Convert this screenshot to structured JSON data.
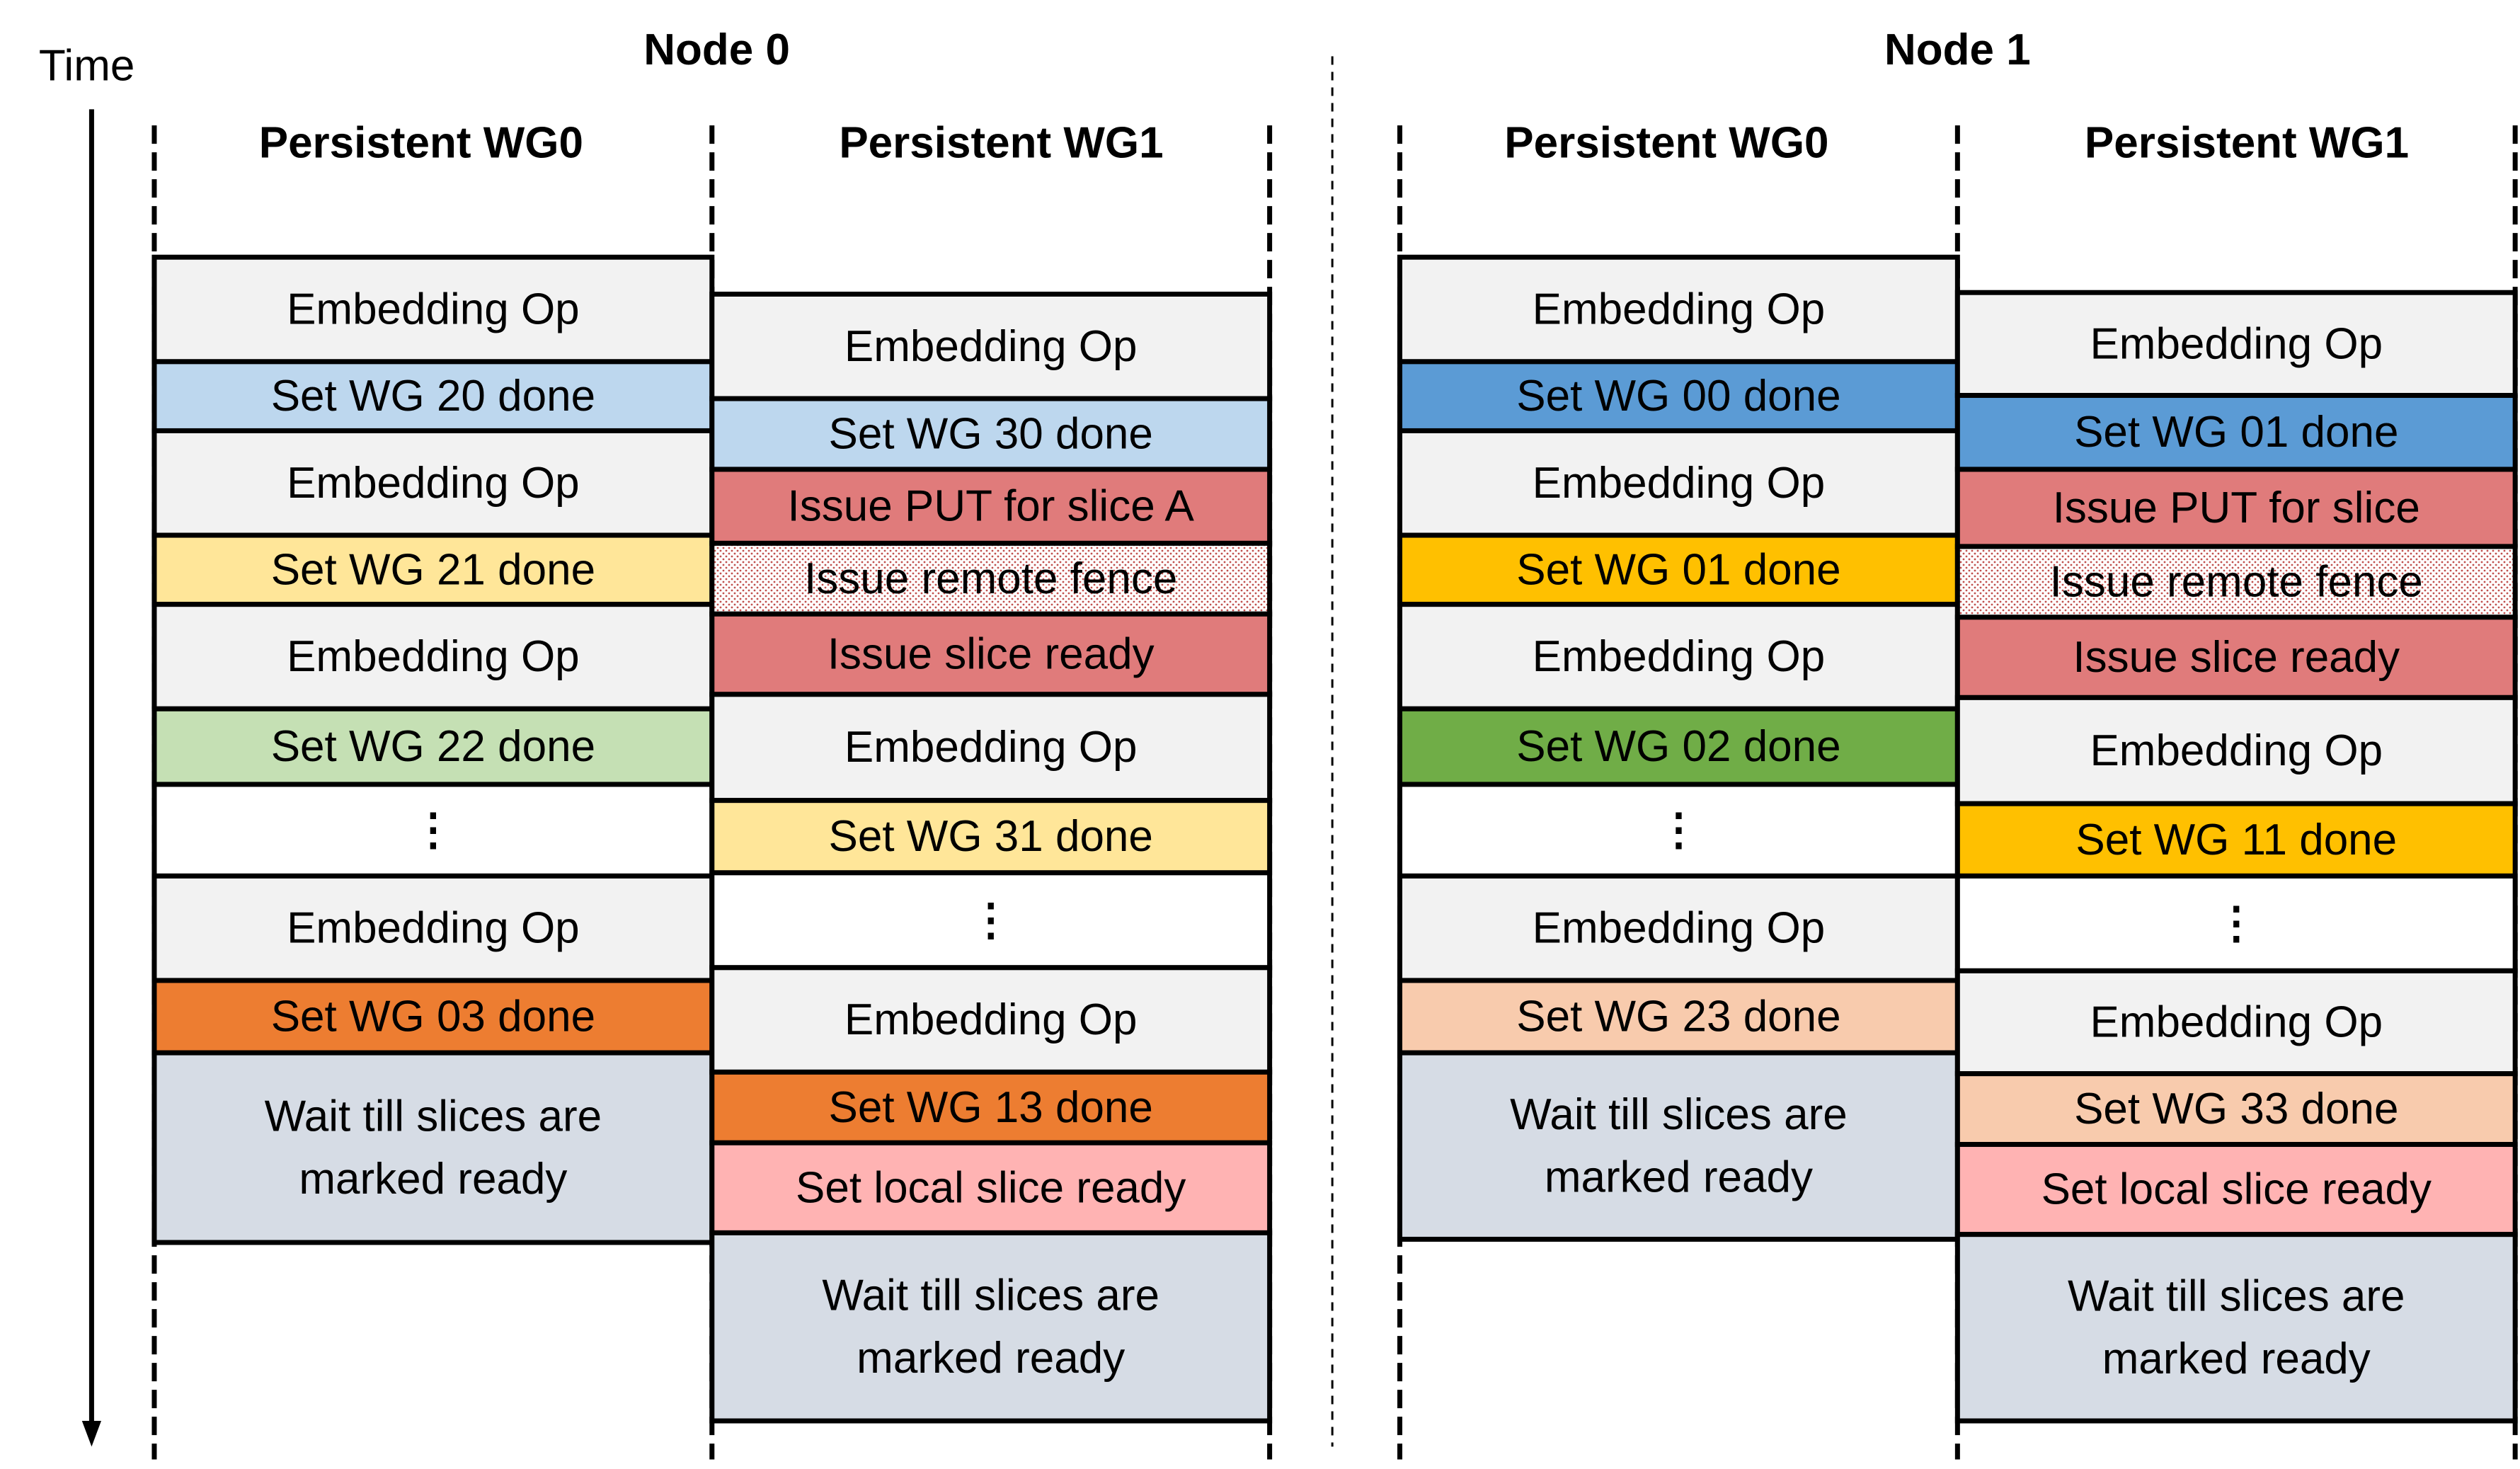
{
  "time_label": "Time",
  "palette": {
    "grey": "#f2f2f2",
    "light_blue": "#bdd7ee",
    "blue": "#5b9bd5",
    "light_yellow": "#ffe699",
    "gold": "#ffc000",
    "light_green": "#c5e0b4",
    "green": "#70ad47",
    "orange": "#ed7d31",
    "peach": "#f8cbad",
    "red": "#e07b7b",
    "pink": "#ffb3b3",
    "slate": "#d6dce5",
    "white": "#ffffff"
  },
  "nodes": [
    {
      "title": "Node 0",
      "columns": [
        {
          "title": "Persistent WG0",
          "blocks": [
            {
              "lines": [
                "Embedding Op"
              ],
              "fill": "grey"
            },
            {
              "lines": [
                "Set WG 20 done"
              ],
              "fill": "light_blue"
            },
            {
              "lines": [
                "Embedding Op"
              ],
              "fill": "grey"
            },
            {
              "lines": [
                "Set WG 21 done"
              ],
              "fill": "light_yellow"
            },
            {
              "lines": [
                "Embedding Op"
              ],
              "fill": "grey"
            },
            {
              "lines": [
                "Set WG 22 done"
              ],
              "fill": "light_green"
            },
            {
              "lines": [
                "⋮"
              ],
              "fill": "white"
            },
            {
              "lines": [
                "Embedding Op"
              ],
              "fill": "grey"
            },
            {
              "lines": [
                "Set WG 03 done"
              ],
              "fill": "orange"
            },
            {
              "lines": [
                "Wait till slices are",
                "marked ready"
              ],
              "fill": "slate"
            }
          ]
        },
        {
          "title": "Persistent WG1",
          "blocks": [
            {
              "lines": [
                "Embedding Op"
              ],
              "fill": "grey"
            },
            {
              "lines": [
                "Set WG 30 done"
              ],
              "fill": "light_blue"
            },
            {
              "lines": [
                "Issue PUT for slice A"
              ],
              "fill": "red"
            },
            {
              "lines": [
                "Issue remote fence"
              ],
              "fill": "dotted"
            },
            {
              "lines": [
                "Issue slice ready"
              ],
              "fill": "red"
            },
            {
              "lines": [
                "Embedding Op"
              ],
              "fill": "grey"
            },
            {
              "lines": [
                "Set WG 31 done"
              ],
              "fill": "light_yellow"
            },
            {
              "lines": [
                "⋮"
              ],
              "fill": "white"
            },
            {
              "lines": [
                "Embedding Op"
              ],
              "fill": "grey"
            },
            {
              "lines": [
                "Set WG 13 done"
              ],
              "fill": "orange"
            },
            {
              "lines": [
                "Set local slice ready"
              ],
              "fill": "pink"
            },
            {
              "lines": [
                "Wait till slices are",
                "marked ready"
              ],
              "fill": "slate"
            }
          ]
        }
      ]
    },
    {
      "title": "Node 1",
      "columns": [
        {
          "title": "Persistent WG0",
          "blocks": [
            {
              "lines": [
                "Embedding Op"
              ],
              "fill": "grey"
            },
            {
              "lines": [
                "Set WG 00 done"
              ],
              "fill": "blue"
            },
            {
              "lines": [
                "Embedding Op"
              ],
              "fill": "grey"
            },
            {
              "lines": [
                "Set WG 01 done"
              ],
              "fill": "gold"
            },
            {
              "lines": [
                "Embedding Op"
              ],
              "fill": "grey"
            },
            {
              "lines": [
                "Set WG 02 done"
              ],
              "fill": "green"
            },
            {
              "lines": [
                "⋮"
              ],
              "fill": "white"
            },
            {
              "lines": [
                "Embedding Op"
              ],
              "fill": "grey"
            },
            {
              "lines": [
                "Set WG 23 done"
              ],
              "fill": "peach"
            },
            {
              "lines": [
                "Wait till slices are",
                "marked ready"
              ],
              "fill": "slate"
            }
          ]
        },
        {
          "title": "Persistent WG1",
          "blocks": [
            {
              "lines": [
                "Embedding Op"
              ],
              "fill": "grey"
            },
            {
              "lines": [
                "Set WG 01 done"
              ],
              "fill": "blue"
            },
            {
              "lines": [
                "Issue PUT for slice"
              ],
              "fill": "red"
            },
            {
              "lines": [
                "Issue remote fence"
              ],
              "fill": "dotted"
            },
            {
              "lines": [
                "Issue slice ready"
              ],
              "fill": "red"
            },
            {
              "lines": [
                "Embedding Op"
              ],
              "fill": "grey"
            },
            {
              "lines": [
                "Set WG 11 done"
              ],
              "fill": "gold"
            },
            {
              "lines": [
                "⋮"
              ],
              "fill": "white"
            },
            {
              "lines": [
                "Embedding Op"
              ],
              "fill": "grey"
            },
            {
              "lines": [
                "Set WG 33 done"
              ],
              "fill": "peach"
            },
            {
              "lines": [
                "Set local slice ready"
              ],
              "fill": "pink"
            },
            {
              "lines": [
                "Wait till slices are",
                "marked ready"
              ],
              "fill": "slate"
            }
          ]
        }
      ]
    }
  ]
}
